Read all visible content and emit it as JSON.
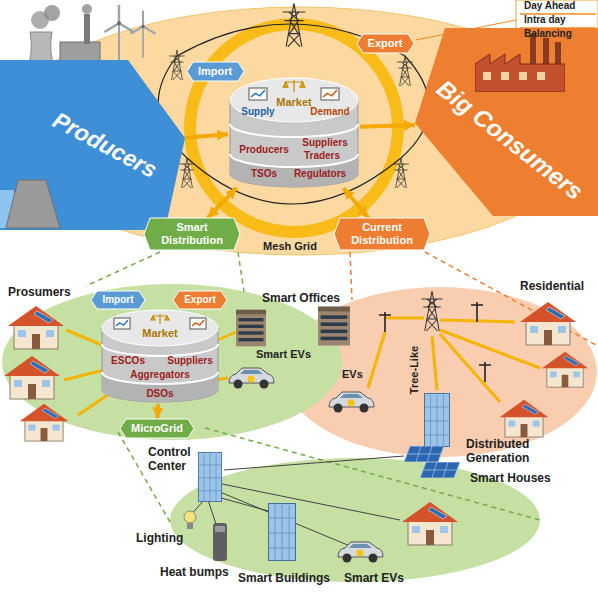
{
  "diagram": {
    "nodes": [
      {
        "text": [
          "Producers"
        ]
      },
      {
        "text": [
          "Import"
        ]
      },
      {
        "text": [
          "Supply",
          "Market",
          "Demand",
          "Producers",
          "Suppliers",
          "Traders",
          "TSOs",
          "Regulators"
        ]
      },
      {
        "text": [
          "Export"
        ]
      },
      {
        "text": [
          "Big Consumers"
        ]
      },
      {
        "text": [
          "Smart Distribution"
        ]
      },
      {
        "text": [
          "Current Distribution"
        ]
      },
      {
        "text": [
          "Import"
        ]
      },
      {
        "text": [
          "Export"
        ]
      },
      {
        "text": [
          "Market",
          "ESCOs",
          "Suppliers",
          "Aggregators",
          "DSOs"
        ]
      },
      {
        "text": [
          "MicroGrid"
        ]
      }
    ],
    "edges": [
      {
        "from": 0,
        "to": 2,
        "arrow": "to"
      },
      {
        "from": 2,
        "to": 4,
        "arrow": "to"
      },
      {
        "from": 2,
        "to": 5,
        "arrow": "both"
      },
      {
        "from": 2,
        "to": 6,
        "arrow": "both"
      },
      {
        "from": 9,
        "to": 10,
        "arrow": "to"
      }
    ],
    "labels": [
      "Day Ahead",
      "Intra day",
      "Balancing",
      "Mesh Grid",
      "Prosumers",
      "Smart Offices",
      "Smart EVs",
      "Residential",
      "Tree-Like",
      "EVs",
      "Control Center",
      "Distributed Generation",
      "Smart Houses",
      "Lighting",
      "Heat bumps",
      "Smart Buildings",
      "Smart EVs"
    ]
  }
}
